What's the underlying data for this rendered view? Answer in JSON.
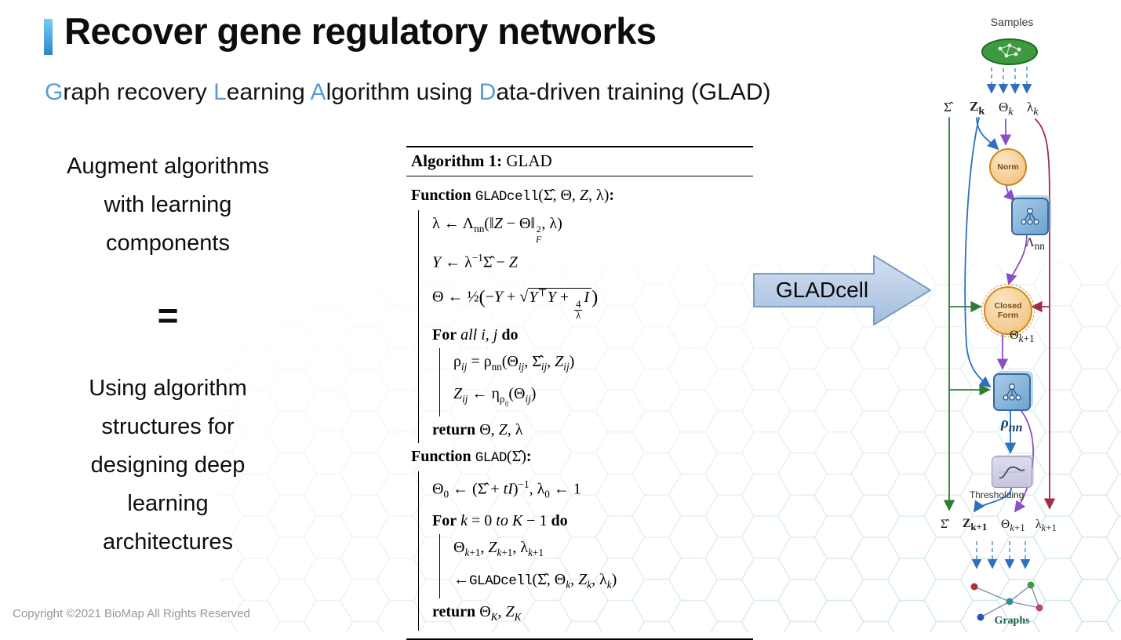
{
  "slide": {
    "title": "Recover gene regulatory networks",
    "subtitle_html": "<span class=\"hl\">G</span>raph recovery <span class=\"hl\">L</span>earning <span class=\"hl\">A</span>lgorithm using <span class=\"hl\">D</span>ata-driven training (GLAD)",
    "copyright": "Copyright ©2021 BioMap All Rights Reserved",
    "colors": {
      "accent_blue": "#5b9bd5",
      "arrow_fill": "#bcd0e8",
      "node_orange": "#f1bd77",
      "nn_box_blue": "#6fa3cf",
      "samples_green": "#3d9a41"
    }
  },
  "left_panel": {
    "block1_html": "Augment algorithms<br>with learning<br>components",
    "equals": "=",
    "block2_html": "Using algorithm<br>structures for<br>designing deep<br>learning<br>architectures"
  },
  "glad_arrow": {
    "label": "GLADcell"
  },
  "algorithm": {
    "header_html": "<b>Algorithm 1:</b> GLAD",
    "lines": [
      {
        "html": "<b>Function</b> <span class=\"tt\">GLADcell</span>(Σ̂, Θ, <i>Z</i>, λ)<b>:</b>"
      },
      {
        "html": "λ ← Λ<sub>nn</sub>(‖<i>Z</i> − Θ‖<span class=\"stack\"><span>2</span><span><i>F</i></span></span>, λ)"
      },
      {
        "html": "<i>Y</i> ← λ<sup>−1</sup>Σ̂ − <i>Z</i>"
      },
      {
        "html": "Θ ← ½<span class=\"bp\">(</span>−<i>Y</i> + √<span class=\"rad\"><i>Y</i><sup>⊤</sup><i>Y</i> + <span class=\"frac\"><span class=\"fn\">4</span><span>λ</span></span><i>I</i></span><span class=\"bp\">)</span>"
      },
      {
        "html": "<b>For</b> <i>all i, j</i> <b>do</b>"
      },
      {
        "html": "ρ<sub><i>ij</i></sub> = ρ<sub>nn</sub>(Θ<sub><i>ij</i></sub>, Σ̂<sub><i>ij</i></sub>, <i>Z</i><sub><i>ij</i></sub>)"
      },
      {
        "html": "<i>Z</i><sub><i>ij</i></sub> ← η<sub>ρ<sub><i>ij</i></sub></sub>(Θ<sub><i>ij</i></sub>)"
      },
      {
        "html": "<b>return</b> Θ, <i>Z</i>, λ"
      },
      {
        "html": "<b>Function</b> <span class=\"tt\">GLAD</span>(Σ̂)<b>:</b>"
      },
      {
        "html": "Θ<sub>0</sub> ← (Σ̂ + <i>tI</i>)<sup>−1</sup>, λ<sub>0</sub> ← 1"
      },
      {
        "html": "<b>For</b> <i>k</i> = 0 <i>to K</i> − 1 <b>do</b>"
      },
      {
        "html": "Θ<sub><i>k</i>+1</sub>, <i>Z</i><sub><i>k</i>+1</sub>, λ<sub><i>k</i>+1</sub>"
      },
      {
        "html": "←<span class=\"tt\">GLADcell</span>(Σ̂, Θ<sub><i>k</i></sub>, <i>Z</i><sub><i>k</i></sub>, λ<sub><i>k</i></sub>)"
      },
      {
        "html": "<b>return</b> Θ<sub><i>K</i></sub>, <i>Z</i><sub><i>K</i></sub>"
      }
    ]
  },
  "diagram": {
    "samples_label": "Samples",
    "inputs": [
      {
        "html": "Σ̂"
      },
      {
        "html": "<b>Z<sub>k</sub></b>"
      },
      {
        "html": "Θ<sub><i>k</i></sub>"
      },
      {
        "html": "λ<sub><i>k</i></sub>"
      }
    ],
    "norm_label": "Norm",
    "lambda_nn_html": "Λ<sub>nn</sub>",
    "closed_form_html": "Closed<br>Form",
    "theta_next_html": "Θ<sub><i>k</i>+1</sub>",
    "rho_nn_html": "ρ<sub>nn</sub>",
    "thresholding_label": "Thresholding",
    "outputs": [
      {
        "html": "Σ̂"
      },
      {
        "html": "<b>Z<sub>k+1</sub></b>"
      },
      {
        "html": "Θ<sub><i>k</i>+1</sub>"
      },
      {
        "html": "λ<sub><i>k</i>+1</sub>"
      }
    ],
    "graphs_label": "Graphs"
  }
}
